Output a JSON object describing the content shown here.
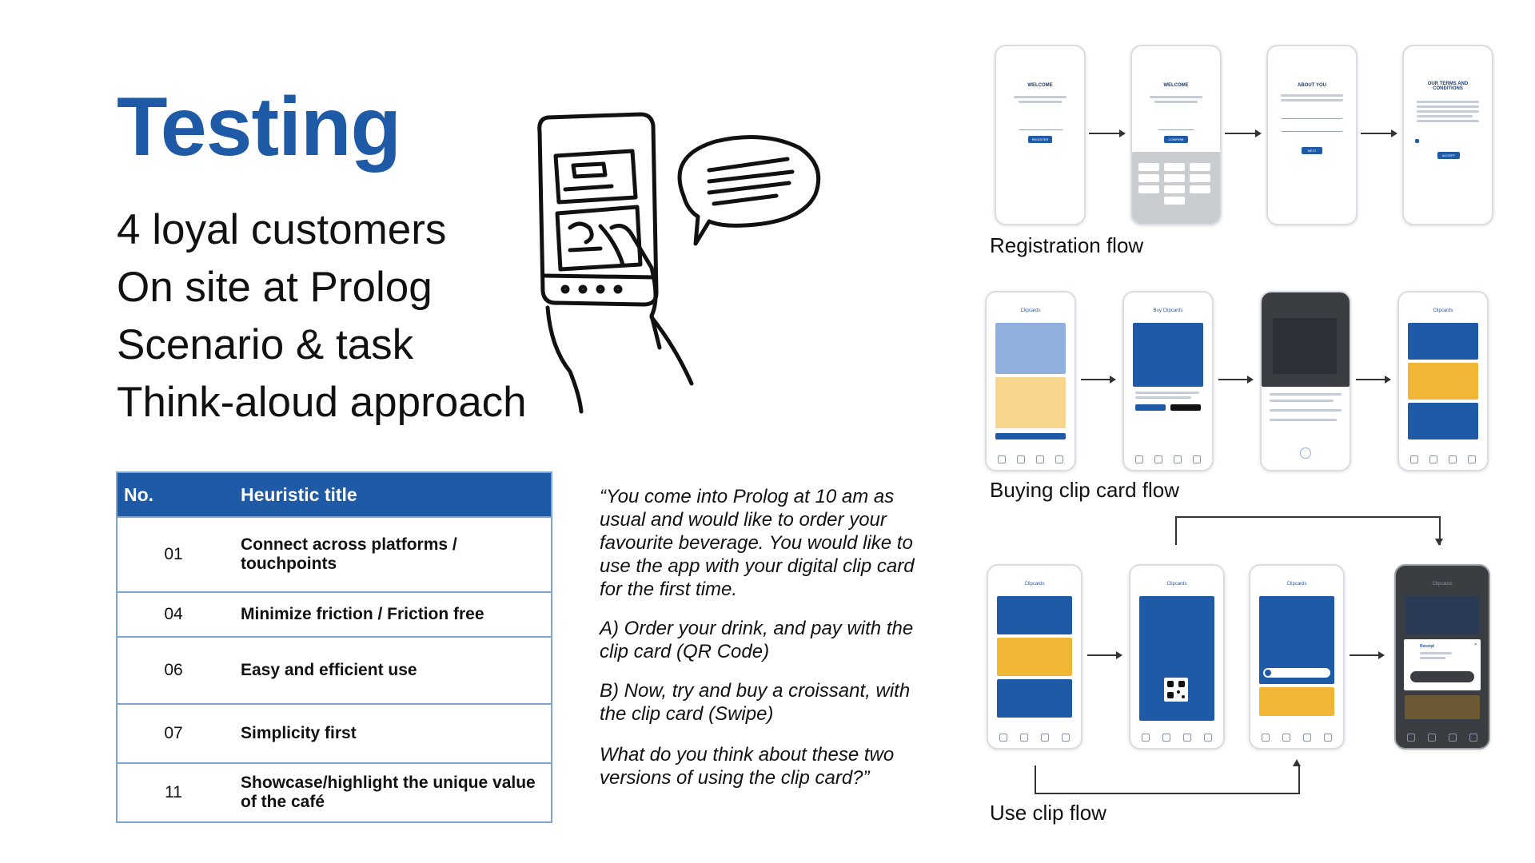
{
  "title": "Testing",
  "bullets": [
    "4 loyal customers",
    "On site at Prolog",
    "Scenario & task",
    "Think-aloud approach"
  ],
  "table": {
    "headers": [
      "No.",
      "Heuristic title"
    ],
    "rows": [
      {
        "no": "01",
        "title": "Connect across platforms / touchpoints"
      },
      {
        "no": "04",
        "title": "Minimize friction / Friction free"
      },
      {
        "no": "06",
        "title": "Easy and efficient use"
      },
      {
        "no": "07",
        "title": "Simplicity first"
      },
      {
        "no": "11",
        "title": "Showcase/highlight the unique value of the café"
      }
    ]
  },
  "quote": {
    "intro": "“You come into Prolog at 10 am as usual and would like to order your favourite beverage. You would like to use the app with your digital clip card for the first time.",
    "task_a": "A) Order your drink, and pay with the clip card (QR Code)",
    "task_b": "B) Now, try and buy a croissant, with the clip card (Swipe)",
    "question": "What do you think about these two versions of using the clip card?”"
  },
  "flows": {
    "registration": {
      "label": "Registration flow",
      "screens": [
        {
          "title": "WELCOME",
          "button": "REGISTER"
        },
        {
          "title": "WELCOME",
          "button": "CONFIRM"
        },
        {
          "title": "ABOUT YOU",
          "button": "NEXT"
        },
        {
          "title": "OUR TERMS AND CONDITIONS",
          "button": "ACCEPT"
        }
      ]
    },
    "buying": {
      "label": "Buying clip card flow",
      "screens": [
        {
          "title": "Clipcards"
        },
        {
          "title": "Buy Clipcards"
        },
        {
          "title": ""
        },
        {
          "title": "Clipcards"
        }
      ]
    },
    "use": {
      "label": "Use clip flow",
      "screens": [
        {
          "title": "Clipcards"
        },
        {
          "title": "Clipcards"
        },
        {
          "title": "Clipcards"
        },
        {
          "title": "Clipcards",
          "receipt": "Receipt"
        }
      ]
    }
  },
  "colors": {
    "brand_blue": "#1f5aa6",
    "card_blue": "#1f5aa6",
    "card_yellow": "#f2b636",
    "light_blue": "#8fb0dd"
  },
  "icons": {
    "illustration": "phone-chat-sketch-icon",
    "keypad": "number-keypad-icon"
  }
}
